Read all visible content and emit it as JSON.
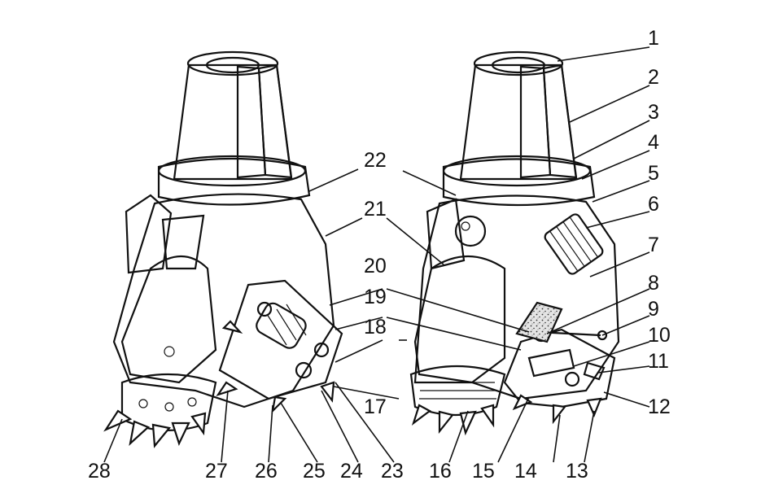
{
  "labels": [
    "1",
    "2",
    "3",
    "4",
    "5",
    "6",
    "7",
    "8",
    "9",
    "10",
    "11",
    "12",
    "13",
    "14",
    "15",
    "16",
    "17",
    "18",
    "19",
    "20",
    "21",
    "22",
    "23",
    "24",
    "25",
    "26",
    "27",
    "28"
  ],
  "colors": {
    "ink": "#111111",
    "stipple": "#555555",
    "paper": "#ffffff"
  }
}
